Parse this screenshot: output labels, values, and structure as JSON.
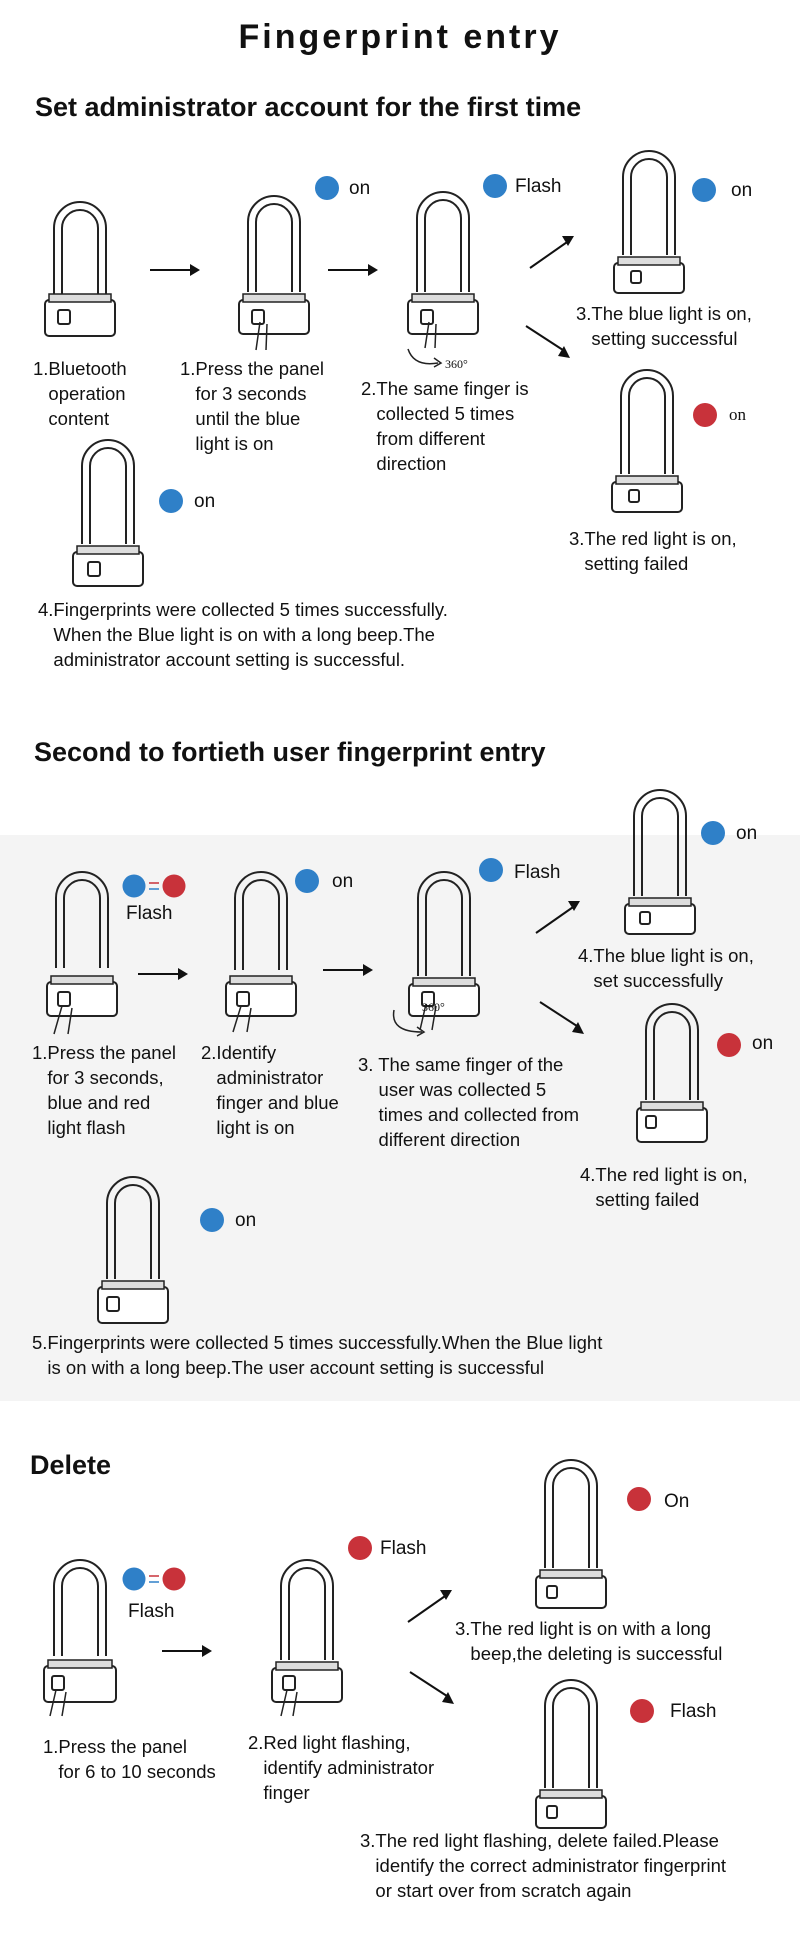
{
  "title": "Fingerprint entry",
  "colors": {
    "blue_light": "#2f80c8",
    "red_light": "#c8323a",
    "line": "#222222",
    "section_bg": "#f4f4f4"
  },
  "icons": [
    "u-lock-icon",
    "fingerprint-sensor-icon",
    "finger-icon",
    "arrow-right-icon",
    "rotate-360-icon",
    "blue-red-swap-icon"
  ],
  "section1": {
    "heading": "Set administrator account for the first time",
    "steps": [
      {
        "caption": "1.Bluetooth\n   operation\n   content"
      },
      {
        "caption": "1.Press the panel\n   for 3 seconds\n   until the blue\n   light is on",
        "light": "on"
      },
      {
        "caption": "2.The same finger is\n   collected 5 times\n   from different\n   direction",
        "light": "Flash",
        "rotation": "360°"
      },
      {
        "caption": "3.The blue light is on,\n   setting successful",
        "light": "on"
      },
      {
        "caption": "3.The red light is on,\n   setting failed",
        "light": "on"
      },
      {
        "caption": "4.Fingerprints were collected 5 times successfully.\n   When the Blue light is on with a long beep.The\n   administrator account setting is successful.",
        "light": "on"
      }
    ]
  },
  "section2": {
    "heading": "Second to fortieth user fingerprint entry",
    "steps": [
      {
        "caption": "1.Press the panel\n   for 3 seconds,\n   blue and red\n   light flash",
        "light": "Flash"
      },
      {
        "caption": "2.Identify\n   administrator\n   finger and blue\n   light is on",
        "light": "on"
      },
      {
        "caption": "3. The same finger of the\n    user was collected 5\n    times and collected from\n    different direction",
        "light": "Flash",
        "rotation": "360°"
      },
      {
        "caption": "4.The blue light is on,\n   set successfully",
        "light": "on"
      },
      {
        "caption": "4.The red light is on,\n   setting failed",
        "light": "on"
      },
      {
        "caption": "5.Fingerprints were collected 5 times successfully.When the Blue light\n   is on with a long beep.The user account setting is successful",
        "light": "on"
      }
    ]
  },
  "section3": {
    "heading": "Delete",
    "steps": [
      {
        "caption": "1.Press the panel\n   for 6 to 10 seconds",
        "light": "Flash"
      },
      {
        "caption": "2.Red light flashing,\n   identify administrator\n   finger",
        "light": "Flash"
      },
      {
        "caption": "3.The red light is on with a long\n   beep,the deleting is successful",
        "light": "On"
      },
      {
        "caption": "3.The red light flashing, delete failed.Please\n   identify the correct administrator fingerprint\n   or start over from scratch again",
        "light": "Flash"
      }
    ]
  }
}
